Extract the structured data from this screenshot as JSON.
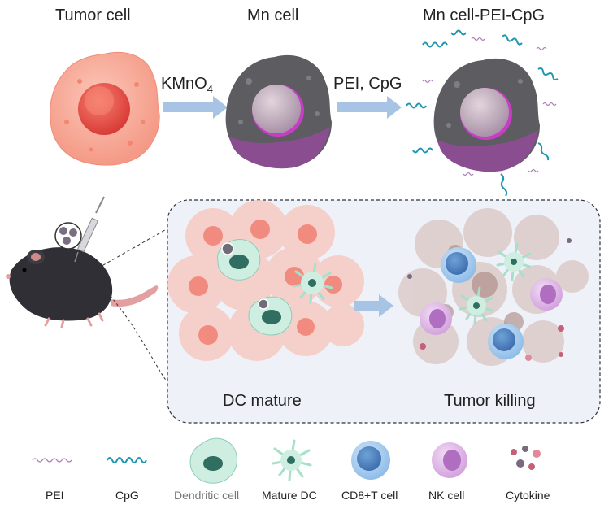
{
  "top": {
    "tumor_cell": "Tumor cell",
    "mn_cell": "Mn cell",
    "mn_cell_pei_cpg": "Mn cell-PEI-CpG",
    "arrow1_main": "KMnO",
    "arrow1_sub": "4",
    "arrow2": "PEI, CpG"
  },
  "panel": {
    "left_label": "DC mature",
    "right_label": "Tumor killing"
  },
  "legend": {
    "pei": "PEI",
    "cpg": "CpG",
    "dendritic": "Dendritic cell",
    "mature_dc": "Mature DC",
    "cd8": "CD8+T cell",
    "nk": "NK cell",
    "cytokine": "Cytokine"
  },
  "colors": {
    "tumor": "#f7a08f",
    "nucleus": "#e8524a",
    "mn": "#5b5b5f",
    "purple": "#8d4f93",
    "cpg": "#1f96b0",
    "pei": "#b07fb8",
    "arrow": "#a7c4e4",
    "dc": "#cfeee2",
    "cd8": "#9cc6ee",
    "nk": "#d9a9e3"
  }
}
